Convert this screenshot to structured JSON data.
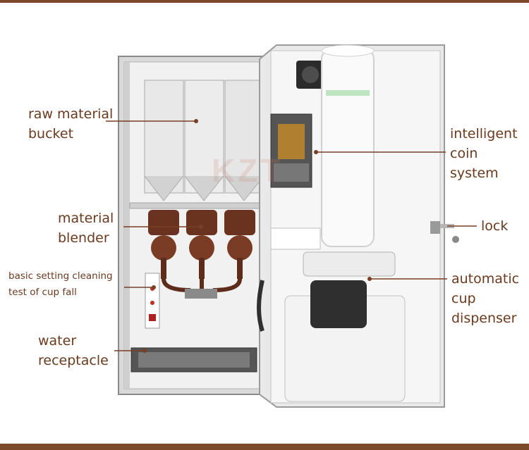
{
  "colors": {
    "brand_brown": "#6b3a1e",
    "leader_line": "#7a3e24",
    "frame_bar": "#7b4a2a",
    "machine_white": "#f4f4f4",
    "blender_brown": "#6a3320"
  },
  "labels": {
    "raw_material_bucket": [
      "raw material",
      "bucket"
    ],
    "material_blender": [
      "material",
      "blender"
    ],
    "basic_setting": [
      "basic setting cleaning",
      "test of cup fall"
    ],
    "water_receptacle": [
      "water",
      "receptacle"
    ],
    "intelligent_coin_system": [
      "intelligent",
      "coin",
      "system"
    ],
    "lock": [
      "lock"
    ],
    "automatic_cup_dispenser": [
      "automatic",
      "cup",
      "dispenser"
    ]
  },
  "watermark_text": "KZT"
}
